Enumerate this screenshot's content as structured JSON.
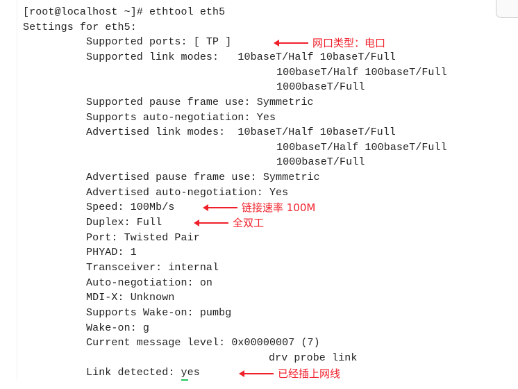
{
  "terminal": {
    "lines": [
      "[root@localhost ~]# ethtool eth5",
      "Settings for eth5:",
      "Supported ports: [ TP ]",
      "Supported link modes:   10baseT/Half 10baseT/Full",
      "100baseT/Half 100baseT/Full",
      "1000baseT/Full",
      "Supported pause frame use: Symmetric",
      "Supports auto-negotiation: Yes",
      "Advertised link modes:  10baseT/Half 10baseT/Full",
      "100baseT/Half 100baseT/Full",
      "1000baseT/Full",
      "Advertised pause frame use: Symmetric",
      "Advertised auto-negotiation: Yes",
      "Speed: 100Mb/s",
      "Duplex: Full",
      "Port: Twisted Pair",
      "PHYAD: 1",
      "Transceiver: internal",
      "Auto-negotiation: on",
      "MDI-X: Unknown",
      "Supports Wake-on: pumbg",
      "Wake-on: g",
      "Current message level: 0x00000007 (7)",
      "drv probe link",
      "Link detected: yes"
    ]
  },
  "annotations": {
    "port_type": "网口类型：电口",
    "speed": "链接速率 100M",
    "duplex": "全双工",
    "link": "已经插上网线"
  },
  "colors": {
    "annotation": "#f0202a"
  }
}
